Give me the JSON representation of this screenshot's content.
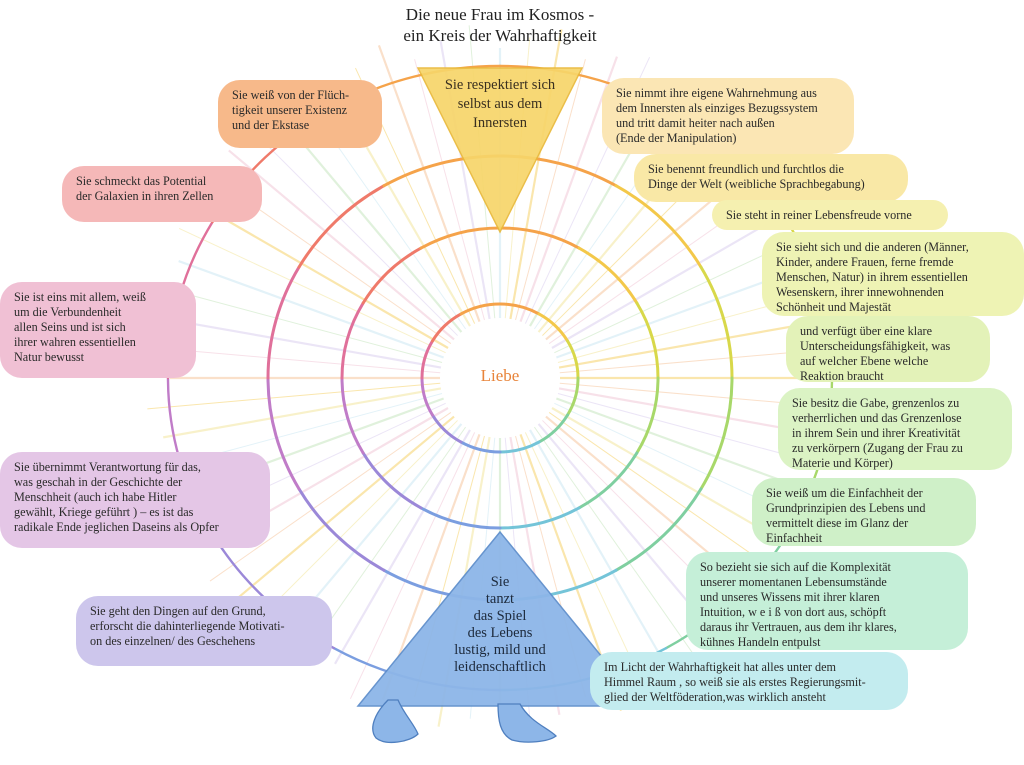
{
  "title": {
    "line1": "Die neue Frau im Kosmos -",
    "line2": "ein Kreis der Wahrhaftigkeit"
  },
  "center": {
    "label": "Liebe",
    "color": "#e8843a"
  },
  "top_triangle": {
    "text": "Sie respektiert sich\nselbst aus dem\nInnersten",
    "color": "#f5cf5a"
  },
  "pyramid": {
    "text": "Sie\ntanzt\ndas Spiel\ndes Lebens\nlustig, mild und\nleidenschaftlich",
    "color": "#8fb8e8"
  },
  "bubbles": [
    {
      "id": "fluechtigkeit",
      "text": "Sie weiß von der Flüch-\ntigkeit unserer Existenz\nund der Ekstase",
      "color": "#f7b98a"
    },
    {
      "id": "galaxien",
      "text": "Sie schmeckt das Potential\nder Galaxien in ihren Zellen",
      "color": "#f5b8b8"
    },
    {
      "id": "eins",
      "text": "Sie ist eins mit allem, weiß\num die Verbundenheit\nallen Seins und ist sich\nihrer wahren essentiellen\nNatur bewusst",
      "color": "#f0c0d4"
    },
    {
      "id": "verantwortung",
      "text": "Sie übernimmt Verantwortung für das,\nwas geschah  in der Geschichte der\nMenschheit (auch ich habe Hitler\ngewählt, Kriege geführt )  – es ist das\nradikale Ende jeglichen Daseins als Opfer",
      "color": "#e4c6e6"
    },
    {
      "id": "grund",
      "text": "Sie geht den Dingen auf den Grund,\nerforscht die dahinterliegende Motivati-\non des einzelnen/ des Geschehens",
      "color": "#cdc6ec"
    },
    {
      "id": "wahrnehmung",
      "text": "Sie nimmt ihre eigene Wahrnehmung aus\ndem Innersten als einziges Bezugssystem\nund tritt damit heiter nach außen\n(Ende der Manipulation)",
      "color": "#fbe6b4"
    },
    {
      "id": "benennt",
      "text": "Sie benennt freundlich und furchtlos die\nDinge der Welt (weibliche Sprachbegabung)",
      "color": "#f9e8a6"
    },
    {
      "id": "lebensfreude",
      "text": "Sie steht in reiner Lebensfreude vorne",
      "color": "#f5f0b0"
    },
    {
      "id": "sieht",
      "text": "Sie sieht sich und die anderen (Männer,\nKinder, andere Frauen, ferne fremde\nMenschen, Natur) in ihrem essentiellen\nWesenskern, ihrer innewohnenden\nSchönheit und Majestät",
      "color": "#eef3b4"
    },
    {
      "id": "unterscheidung",
      "text": "und verfügt über eine klare\nUnterscheidungsfähigkeit, was\nauf welcher Ebene welche\nReaktion braucht",
      "color": "#e3f2b8"
    },
    {
      "id": "gabe",
      "text": "Sie besitz die Gabe, grenzenlos zu\nverherrlichen und das Grenzenlose\nin ihrem Sein und ihrer Kreativität\nzu verkörpern (Zugang der Frau zu\nMaterie und Körper)",
      "color": "#dbf3c4"
    },
    {
      "id": "einfachheit",
      "text": "Sie weiß um die Einfachheit der\nGrundprinzipien des Lebens und\nvermittelt diese im Glanz der\nEinfachheit",
      "color": "#cff0c8"
    },
    {
      "id": "komplexitaet",
      "text": "So bezieht sie sich auf die Komplexität\nunserer momentanen Lebensumstände\nund unseres Wissens mit ihrer klaren\nIntuition, w e i ß von dort aus, schöpft\ndaraus ihr Vertrauen, aus dem ihr klares,\nkühnes Handeln entpulst",
      "color": "#c5efd8"
    },
    {
      "id": "licht",
      "text": "Im Licht der Wahrhaftigkeit hat alles unter dem\nHimmel Raum  , so weiß sie als erstes Regierungsmit-\nglied der Weltföderation,was  wirklich ansteht",
      "color": "#c3ecef"
    }
  ]
}
